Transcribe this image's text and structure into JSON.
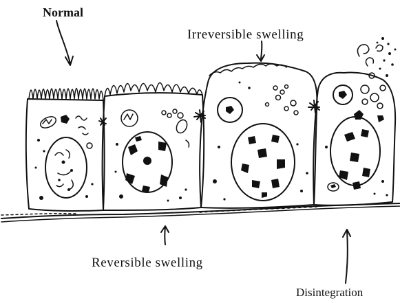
{
  "labels": {
    "normal": "Normal",
    "irreversible_swelling": "Irreversible swelling",
    "reversible_swelling": "Reversible swelling",
    "disintegration": "Disintegration"
  },
  "colors": {
    "ink": "#111111",
    "background": "#ffffff"
  }
}
